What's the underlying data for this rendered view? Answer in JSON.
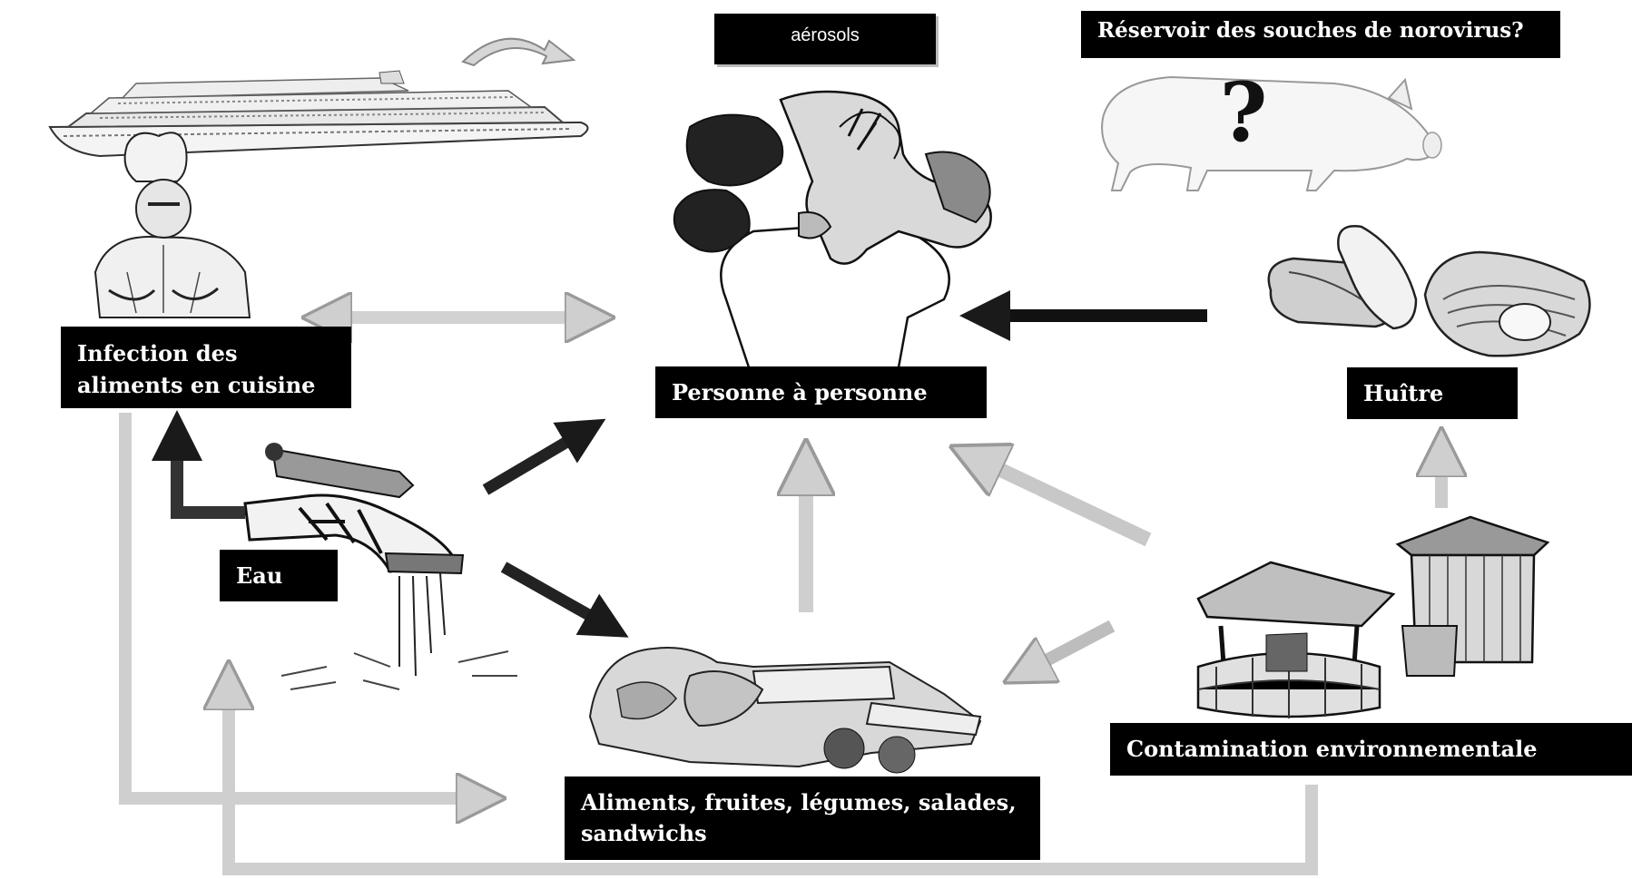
{
  "labels": {
    "aerosols": "aérosols",
    "reservoir": "Réservoir des souches de norovirus?",
    "cuisine": "Infection des aliments  en cuisine",
    "personne": "Personne à personne",
    "huitre": "Huître",
    "eau": "Eau",
    "contamination": "Contamination environnementale",
    "aliments": "Aliments, fruites, légumes, salades, sandwichs"
  },
  "icons": {
    "ship": "cruise-ship-icon",
    "cook": "cook-icon",
    "pig": "pig-icon",
    "question": "?",
    "people": "people-kissing-icon",
    "shellfish": "oyster-mussel-icon",
    "tap": "water-tap-icon",
    "food": "food-pile-icon",
    "well": "well-icon",
    "outhouse": "outhouse-icon",
    "curved_arrow": "curved-arrow-icon"
  },
  "colors": {
    "label_bg": "#000000",
    "label_text": "#ffffff",
    "arrow_dark": "#1a1a1a",
    "arrow_light": "#c8c8c8",
    "background": "#ffffff"
  }
}
